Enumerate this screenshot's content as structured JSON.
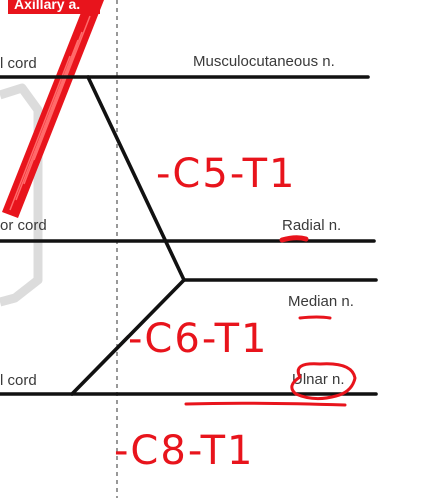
{
  "badge": {
    "text": "Axillary a."
  },
  "cords": {
    "lateral": "l cord",
    "posterior": "or cord",
    "medial": "l cord"
  },
  "nerves": {
    "musculocutaneous": "Musculocutaneous n.",
    "radial": "Radial n.",
    "median": "Median n.",
    "ulnar": "Ulnar n."
  },
  "annotations": {
    "root_1": "-C5-T1",
    "root_2": "-C6-T1",
    "root_3": "-C8-T1"
  },
  "colors": {
    "ink": "#e8141c",
    "line": "#111111",
    "text": "#3a3a3a",
    "artery": "#e8141c"
  }
}
